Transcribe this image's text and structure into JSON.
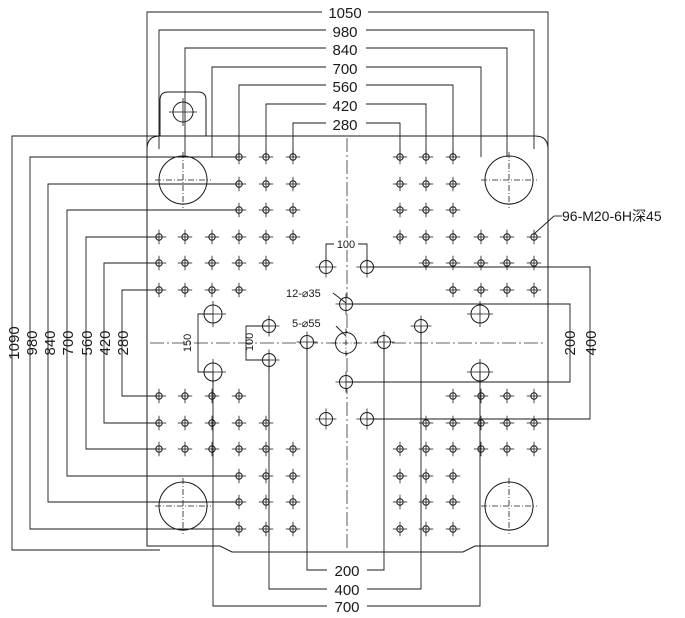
{
  "top_dimensions": [
    "1050",
    "980",
    "840",
    "700",
    "560",
    "420",
    "280"
  ],
  "left_dimensions": [
    "1090",
    "980",
    "840",
    "700",
    "560",
    "420",
    "280"
  ],
  "right_dimensions": [
    "200",
    "400"
  ],
  "bottom_dimensions": [
    "200",
    "400",
    "700"
  ],
  "inner_dimensions": {
    "spacing_100_top": "100",
    "spacing_100_left": "100",
    "spacing_150": "150"
  },
  "callouts": {
    "tapped_holes": "96-M20-6H深45",
    "holes_35": "12-⌀35",
    "holes_55": "5-⌀55"
  }
}
